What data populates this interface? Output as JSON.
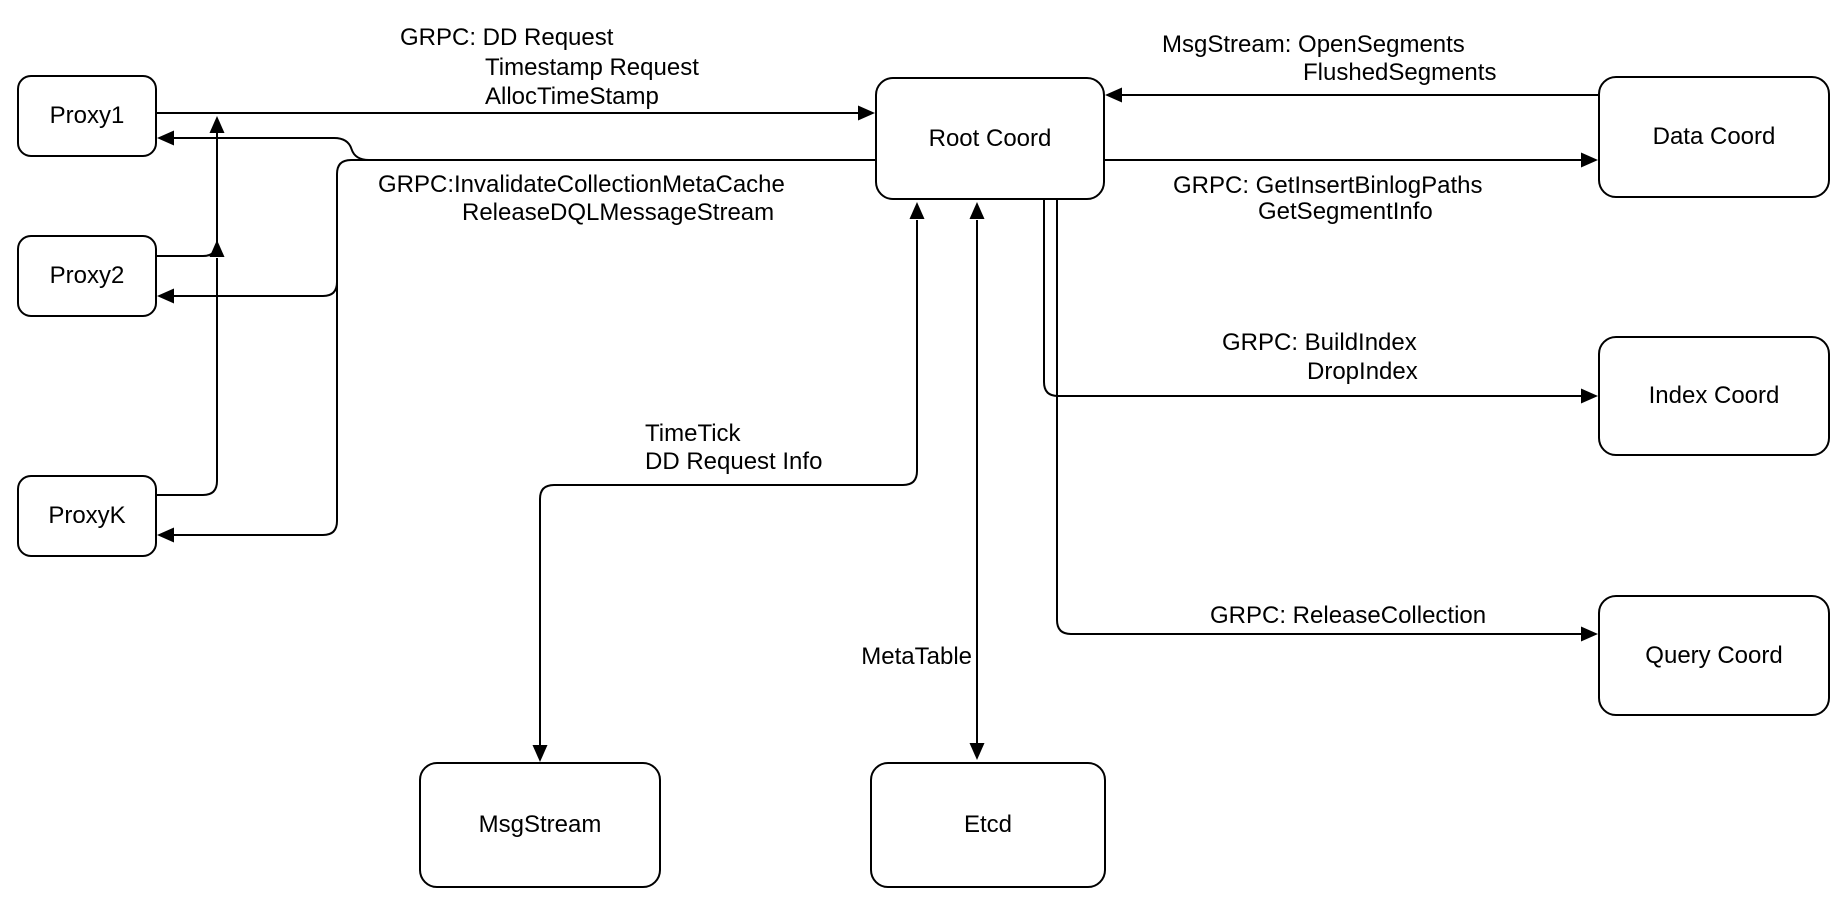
{
  "diagram": {
    "colors": {
      "stroke": "#000000",
      "fill": "#ffffff",
      "text": "#000000",
      "background": "#ffffff"
    },
    "nodes": [
      {
        "id": "proxy1",
        "label": "Proxy1"
      },
      {
        "id": "proxy2",
        "label": "Proxy2"
      },
      {
        "id": "proxyk",
        "label": "ProxyK"
      },
      {
        "id": "root_coord",
        "label": "Root Coord"
      },
      {
        "id": "data_coord",
        "label": "Data Coord"
      },
      {
        "id": "index_coord",
        "label": "Index Coord"
      },
      {
        "id": "query_coord",
        "label": "Query Coord"
      },
      {
        "id": "msgstream",
        "label": "MsgStream"
      },
      {
        "id": "etcd",
        "label": "Etcd"
      }
    ],
    "edge_labels": {
      "dd_request": {
        "line1": "GRPC: DD Request",
        "line2": "Timestamp Request",
        "line3": "AllocTimeStamp"
      },
      "invalidate": {
        "line1": "GRPC:InvalidateCollectionMetaCache",
        "line2": "ReleaseDQLMessageStream"
      },
      "open_segments": {
        "line1": "MsgStream: OpenSegments",
        "line2": "FlushedSegments"
      },
      "binlog": {
        "line1": "GRPC: GetInsertBinlogPaths",
        "line2": "GetSegmentInfo"
      },
      "build_index": {
        "line1": "GRPC: BuildIndex",
        "line2": "DropIndex"
      },
      "release_collection": {
        "line1": "GRPC: ReleaseCollection"
      },
      "timetick": {
        "line1": "TimeTick",
        "line2": "DD Request Info"
      },
      "metatable": {
        "line1": "MetaTable"
      }
    },
    "edges": [
      {
        "from": "Proxy1",
        "to": "Root Coord",
        "label_id": "dd_request",
        "bidirectional": false
      },
      {
        "from": "Proxy2",
        "to": "Root Coord",
        "label_id": "dd_request",
        "bidirectional": false
      },
      {
        "from": "ProxyK",
        "to": "Root Coord",
        "label_id": "dd_request",
        "bidirectional": false
      },
      {
        "from": "Root Coord",
        "to": "Proxy1",
        "label_id": "invalidate",
        "bidirectional": false
      },
      {
        "from": "Root Coord",
        "to": "Proxy2",
        "label_id": "invalidate",
        "bidirectional": false
      },
      {
        "from": "Root Coord",
        "to": "ProxyK",
        "label_id": "invalidate",
        "bidirectional": false
      },
      {
        "from": "Data Coord",
        "to": "Root Coord",
        "label_id": "open_segments",
        "bidirectional": false
      },
      {
        "from": "Root Coord",
        "to": "Data Coord",
        "label_id": "binlog",
        "bidirectional": false
      },
      {
        "from": "Root Coord",
        "to": "Index Coord",
        "label_id": "build_index",
        "bidirectional": false
      },
      {
        "from": "Root Coord",
        "to": "Query Coord",
        "label_id": "release_collection",
        "bidirectional": false
      },
      {
        "from": "Root Coord",
        "to": "MsgStream",
        "label_id": "timetick",
        "bidirectional": true
      },
      {
        "from": "Root Coord",
        "to": "Etcd",
        "label_id": "metatable",
        "bidirectional": true
      }
    ]
  }
}
